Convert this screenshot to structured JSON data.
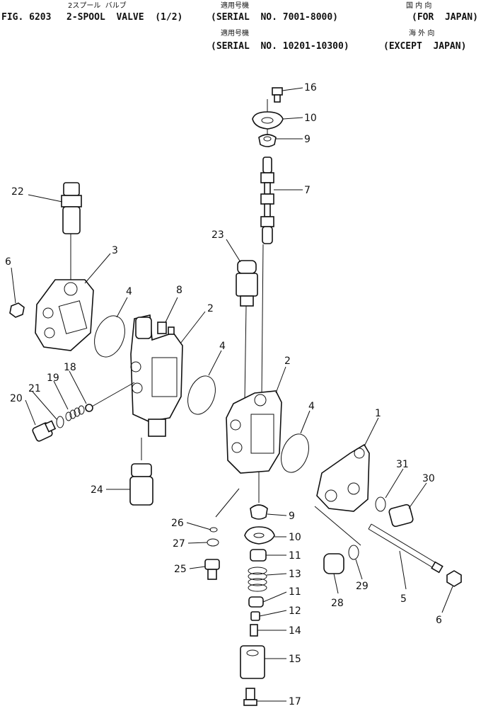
{
  "header": {
    "fig_no": "FIG. 6203",
    "title": "2-SPOOL  VALVE  (1/2)",
    "serial_japan": "(SERIAL  NO. 7001-8000)",
    "for_japan": "(FOR  JAPAN)",
    "serial_export": "(SERIAL  NO. 10201-10300)",
    "except_japan": "(EXCEPT  JAPAN)",
    "jp_title": "2スプール  バルブ",
    "jp_applicable_1": "適用号機",
    "jp_domestic": "国 内 向",
    "jp_applicable_2": "適用号機",
    "jp_overseas": "海 外 向"
  },
  "callouts": {
    "c1": "1",
    "c2a": "2",
    "c2b": "2",
    "c3": "3",
    "c4a": "4",
    "c4b": "4",
    "c4c": "4",
    "c5": "5",
    "c6a": "6",
    "c6b": "6",
    "c7": "7",
    "c8": "8",
    "c9a": "9",
    "c9b": "9",
    "c10a": "10",
    "c10b": "10",
    "c11a": "11",
    "c11b": "11",
    "c12": "12",
    "c13": "13",
    "c14": "14",
    "c15": "15",
    "c16": "16",
    "c17": "17",
    "c18": "18",
    "c19": "19",
    "c20": "20",
    "c21": "21",
    "c22": "22",
    "c23": "23",
    "c24": "24",
    "c25": "25",
    "c26": "26",
    "c27": "27",
    "c28": "28",
    "c29": "29",
    "c30": "30",
    "c31": "31"
  }
}
